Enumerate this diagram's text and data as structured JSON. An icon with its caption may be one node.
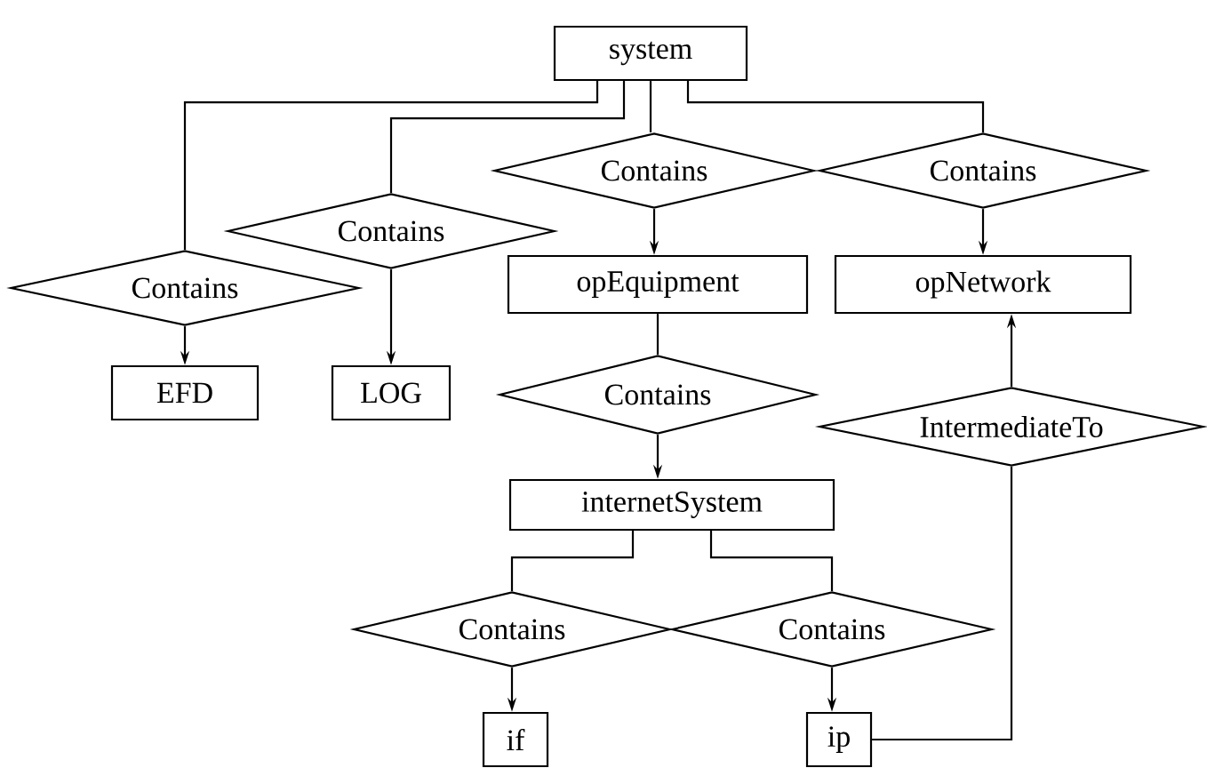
{
  "diagram": {
    "nodes": [
      {
        "text": [
          "system"
        ]
      },
      {
        "text": [
          "Contains"
        ]
      },
      {
        "text": [
          "Contains"
        ]
      },
      {
        "text": [
          "Contains"
        ]
      },
      {
        "text": [
          "Contains"
        ]
      },
      {
        "text": [
          "EFD"
        ]
      },
      {
        "text": [
          "LOG"
        ]
      },
      {
        "text": [
          "opEquipment"
        ]
      },
      {
        "text": [
          "opNetwork"
        ]
      },
      {
        "text": [
          "Contains"
        ]
      },
      {
        "text": [
          "internetSystem"
        ]
      },
      {
        "text": [
          "IntermediateTo"
        ]
      },
      {
        "text": [
          "Contains"
        ]
      },
      {
        "text": [
          "Contains"
        ]
      },
      {
        "text": [
          "if"
        ]
      },
      {
        "text": [
          "ip"
        ]
      }
    ],
    "edges": [
      {
        "from": 0,
        "to": 1,
        "arrow": "none"
      },
      {
        "from": 0,
        "to": 2,
        "arrow": "none"
      },
      {
        "from": 0,
        "to": 3,
        "arrow": "none"
      },
      {
        "from": 0,
        "to": 4,
        "arrow": "none"
      },
      {
        "from": 1,
        "to": 5,
        "arrow": "to"
      },
      {
        "from": 2,
        "to": 6,
        "arrow": "to"
      },
      {
        "from": 3,
        "to": 7,
        "arrow": "to"
      },
      {
        "from": 4,
        "to": 8,
        "arrow": "to"
      },
      {
        "from": 7,
        "to": 9,
        "arrow": "none"
      },
      {
        "from": 9,
        "to": 10,
        "arrow": "to"
      },
      {
        "from": 10,
        "to": 12,
        "arrow": "none"
      },
      {
        "from": 10,
        "to": 13,
        "arrow": "none"
      },
      {
        "from": 12,
        "to": 14,
        "arrow": "to"
      },
      {
        "from": 13,
        "to": 15,
        "arrow": "to"
      },
      {
        "from": 15,
        "to": 11,
        "arrow": "none"
      },
      {
        "from": 11,
        "to": 8,
        "arrow": "to"
      }
    ]
  }
}
